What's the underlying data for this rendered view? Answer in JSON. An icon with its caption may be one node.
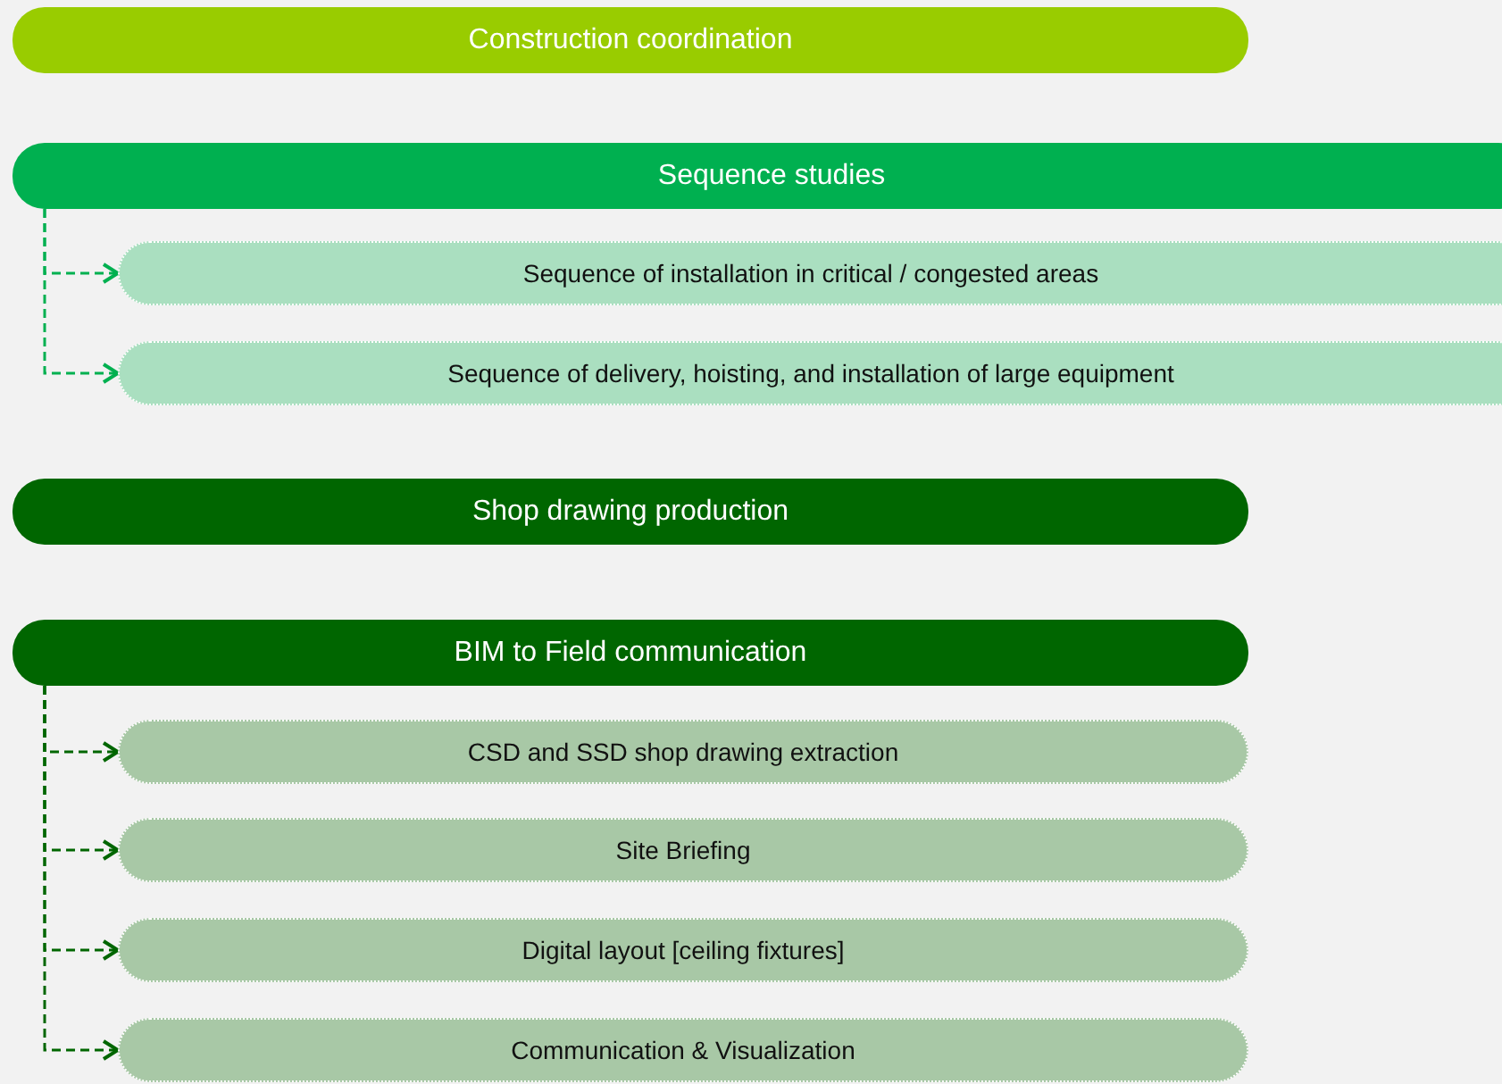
{
  "diagram": {
    "nodes": [
      {
        "text": [
          "Construction coordination"
        ]
      },
      {
        "text": [
          "Sequence studies"
        ]
      },
      {
        "text": [
          "Sequence of installation in critical / congested areas"
        ]
      },
      {
        "text": [
          "Sequence of delivery, hoisting, and installation of large equipment"
        ]
      },
      {
        "text": [
          "Shop drawing production"
        ]
      },
      {
        "text": [
          "BIM to Field communication"
        ]
      },
      {
        "text": [
          "CSD and SSD shop drawing extraction"
        ]
      },
      {
        "text": [
          "Site Briefing"
        ]
      },
      {
        "text": [
          "Digital layout [ceiling fixtures]"
        ]
      },
      {
        "text": [
          "Communication & Visualization"
        ]
      }
    ],
    "edges": [
      {
        "from": 1,
        "to": 2,
        "arrow": "to",
        "style": "dashed",
        "color": "#00b050"
      },
      {
        "from": 1,
        "to": 3,
        "arrow": "to",
        "style": "dashed",
        "color": "#00b050"
      },
      {
        "from": 5,
        "to": 6,
        "arrow": "to",
        "style": "dashed"
      },
      {
        "from": 5,
        "to": 7,
        "arrow": "to",
        "style": "dashed"
      },
      {
        "from": 5,
        "to": 8,
        "arrow": "to",
        "style": "dashed"
      },
      {
        "from": 5,
        "to": 9,
        "arrow": "to",
        "style": "dashed"
      }
    ]
  }
}
